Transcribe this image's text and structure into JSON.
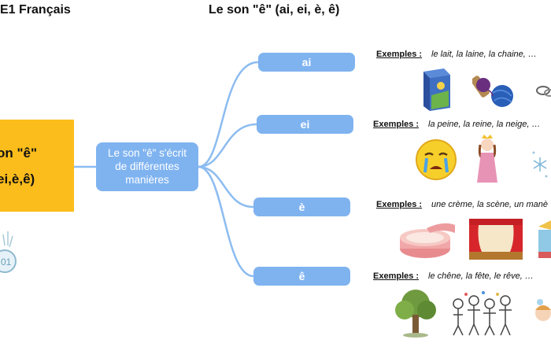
{
  "header": {
    "left_title": "E1 Français",
    "center_title": "Le son \"ê\" (ai, ei, è, ê)"
  },
  "root": {
    "line1": "on \"ê\"",
    "line2": "ei,è,ê)",
    "logo_text": "01"
  },
  "center_node": {
    "lines": [
      "Le son \"ê\" s'écrit",
      "de différentes",
      "manières"
    ]
  },
  "branches": [
    {
      "label": "ai",
      "examples_label": "Exemples :",
      "examples": "le lait, la laine, la chaine, …"
    },
    {
      "label": "ei",
      "examples_label": "Exemples :",
      "examples": "la peine, la reine, la neige, …"
    },
    {
      "label": "è",
      "examples_label": "Exemples :",
      "examples": "une crème, la scène, un manè"
    },
    {
      "label": "ê",
      "examples_label": "Exemples :",
      "examples": "le chêne, la fête, le rêve, …"
    }
  ],
  "colors": {
    "root_fill": "#fbbd1c",
    "node_fill": "#7fb3f0",
    "edge": "#8cbcf0"
  },
  "icons": {
    "ai": [
      "milk-carton-icon",
      "yarn-ball-icon",
      "chain-icon"
    ],
    "ei": [
      "crying-face-icon",
      "queen-icon",
      "snowflake-icon"
    ],
    "è": [
      "cream-jar-icon",
      "theater-stage-icon",
      "carousel-icon"
    ],
    "ê": [
      "oak-tree-icon",
      "party-people-icon",
      "dreaming-child-icon"
    ]
  }
}
